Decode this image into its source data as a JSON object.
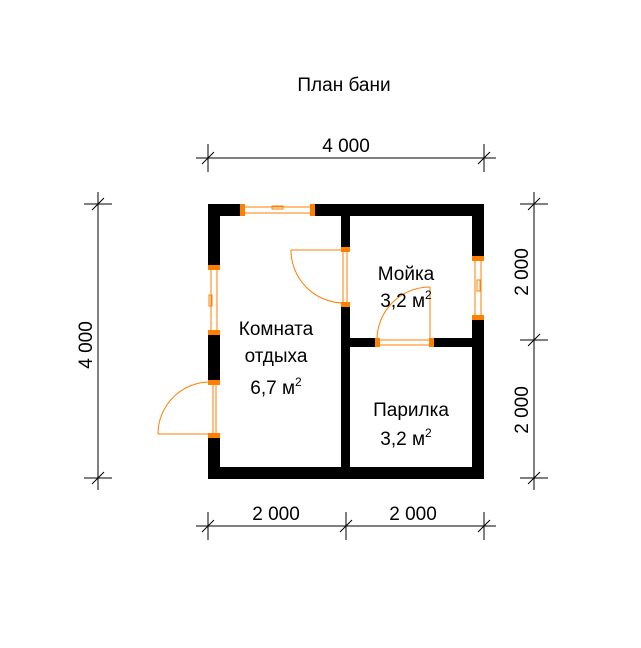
{
  "title": "План бани",
  "dimensions": {
    "top_total": "4 000",
    "left_total": "4 000",
    "right_top": "2 000",
    "right_bottom": "2 000",
    "bottom_left": "2 000",
    "bottom_right": "2 000"
  },
  "rooms": {
    "rest_room": {
      "name_line1": "Комната",
      "name_line2": "отдыха",
      "area": "6,7 м",
      "area_sup": "2"
    },
    "wash_room": {
      "name": "Мойка",
      "area": "3,2 м",
      "area_sup": "2"
    },
    "steam_room": {
      "name": "Парилка",
      "area": "3,2 м",
      "area_sup": "2"
    }
  },
  "colors": {
    "walls": "#000000",
    "openings": "#ff7f00",
    "background": "#ffffff"
  }
}
